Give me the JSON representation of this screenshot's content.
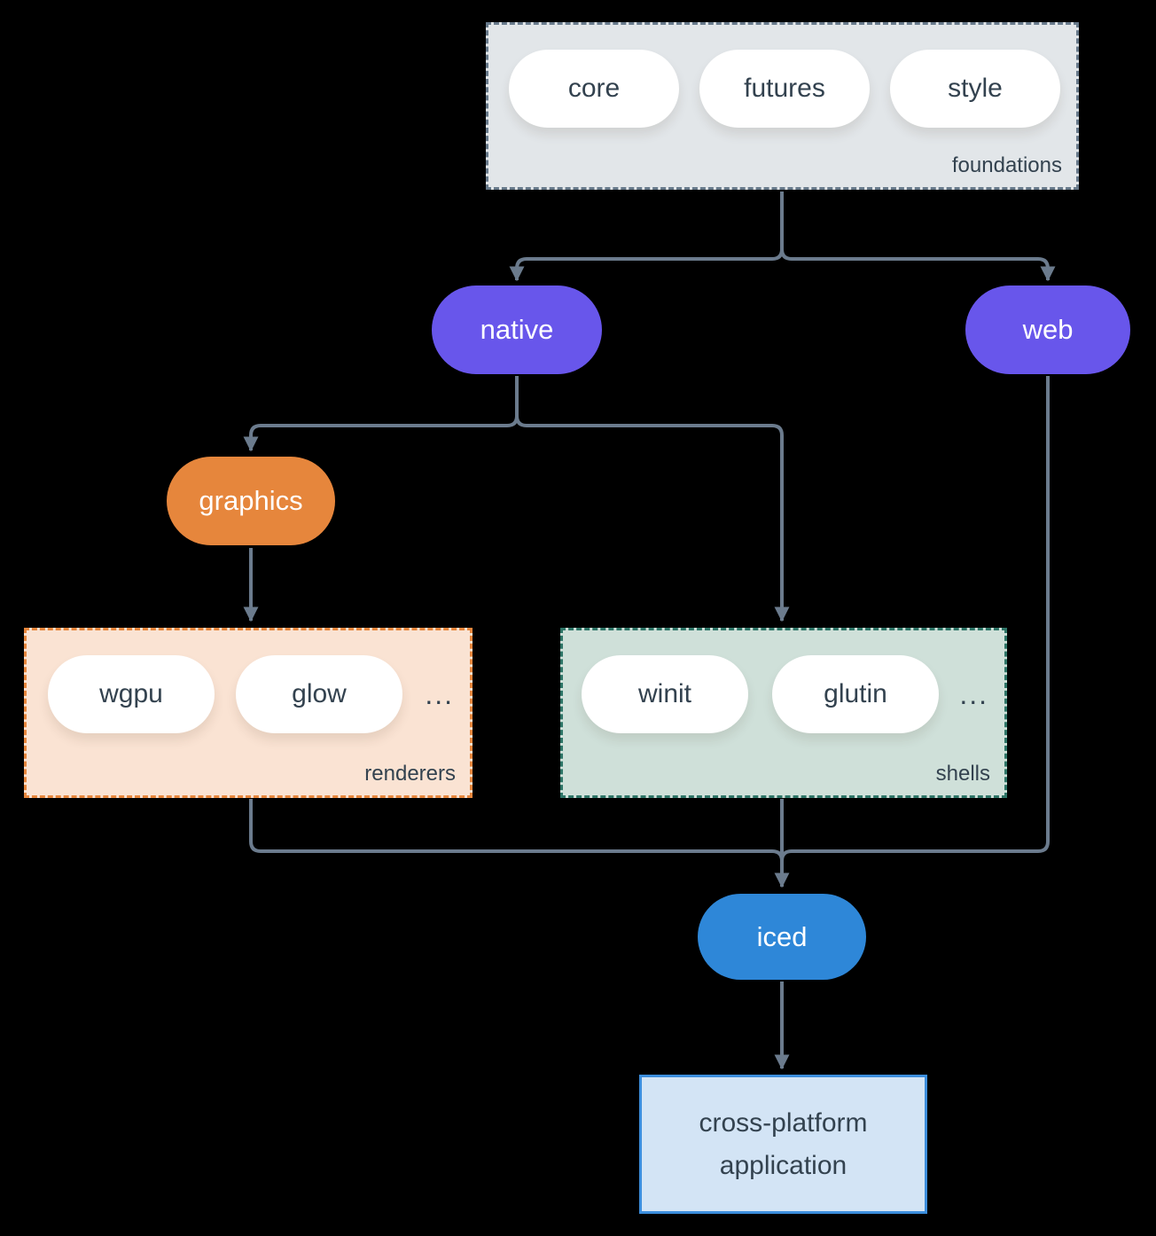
{
  "diagram": {
    "foundations": {
      "label": "foundations",
      "items": [
        "core",
        "futures",
        "style"
      ]
    },
    "native": {
      "label": "native"
    },
    "web": {
      "label": "web"
    },
    "graphics": {
      "label": "graphics"
    },
    "renderers": {
      "label": "renderers",
      "items": [
        "wgpu",
        "glow"
      ],
      "more": "..."
    },
    "shells": {
      "label": "shells",
      "items": [
        "winit",
        "glutin"
      ],
      "more": "..."
    },
    "iced": {
      "label": "iced"
    },
    "application": {
      "line1": "cross-platform",
      "line2": "application"
    }
  },
  "colors": {
    "background": "#000000",
    "connector": "#6b7b8d",
    "node_purple": "#6856eb",
    "node_orange": "#e6863c",
    "node_blue": "#2e87d8",
    "foundations_fill": "#e2e6e9",
    "foundations_border": "#67798a",
    "renderers_fill": "#fae3d3",
    "renderers_border": "#e6863c",
    "shells_fill": "#cfe0d9",
    "shells_border": "#2e7567",
    "application_fill": "#d3e4f5",
    "application_border": "#3c8edd",
    "text_dark": "#33424f",
    "text_light": "#ffffff"
  }
}
